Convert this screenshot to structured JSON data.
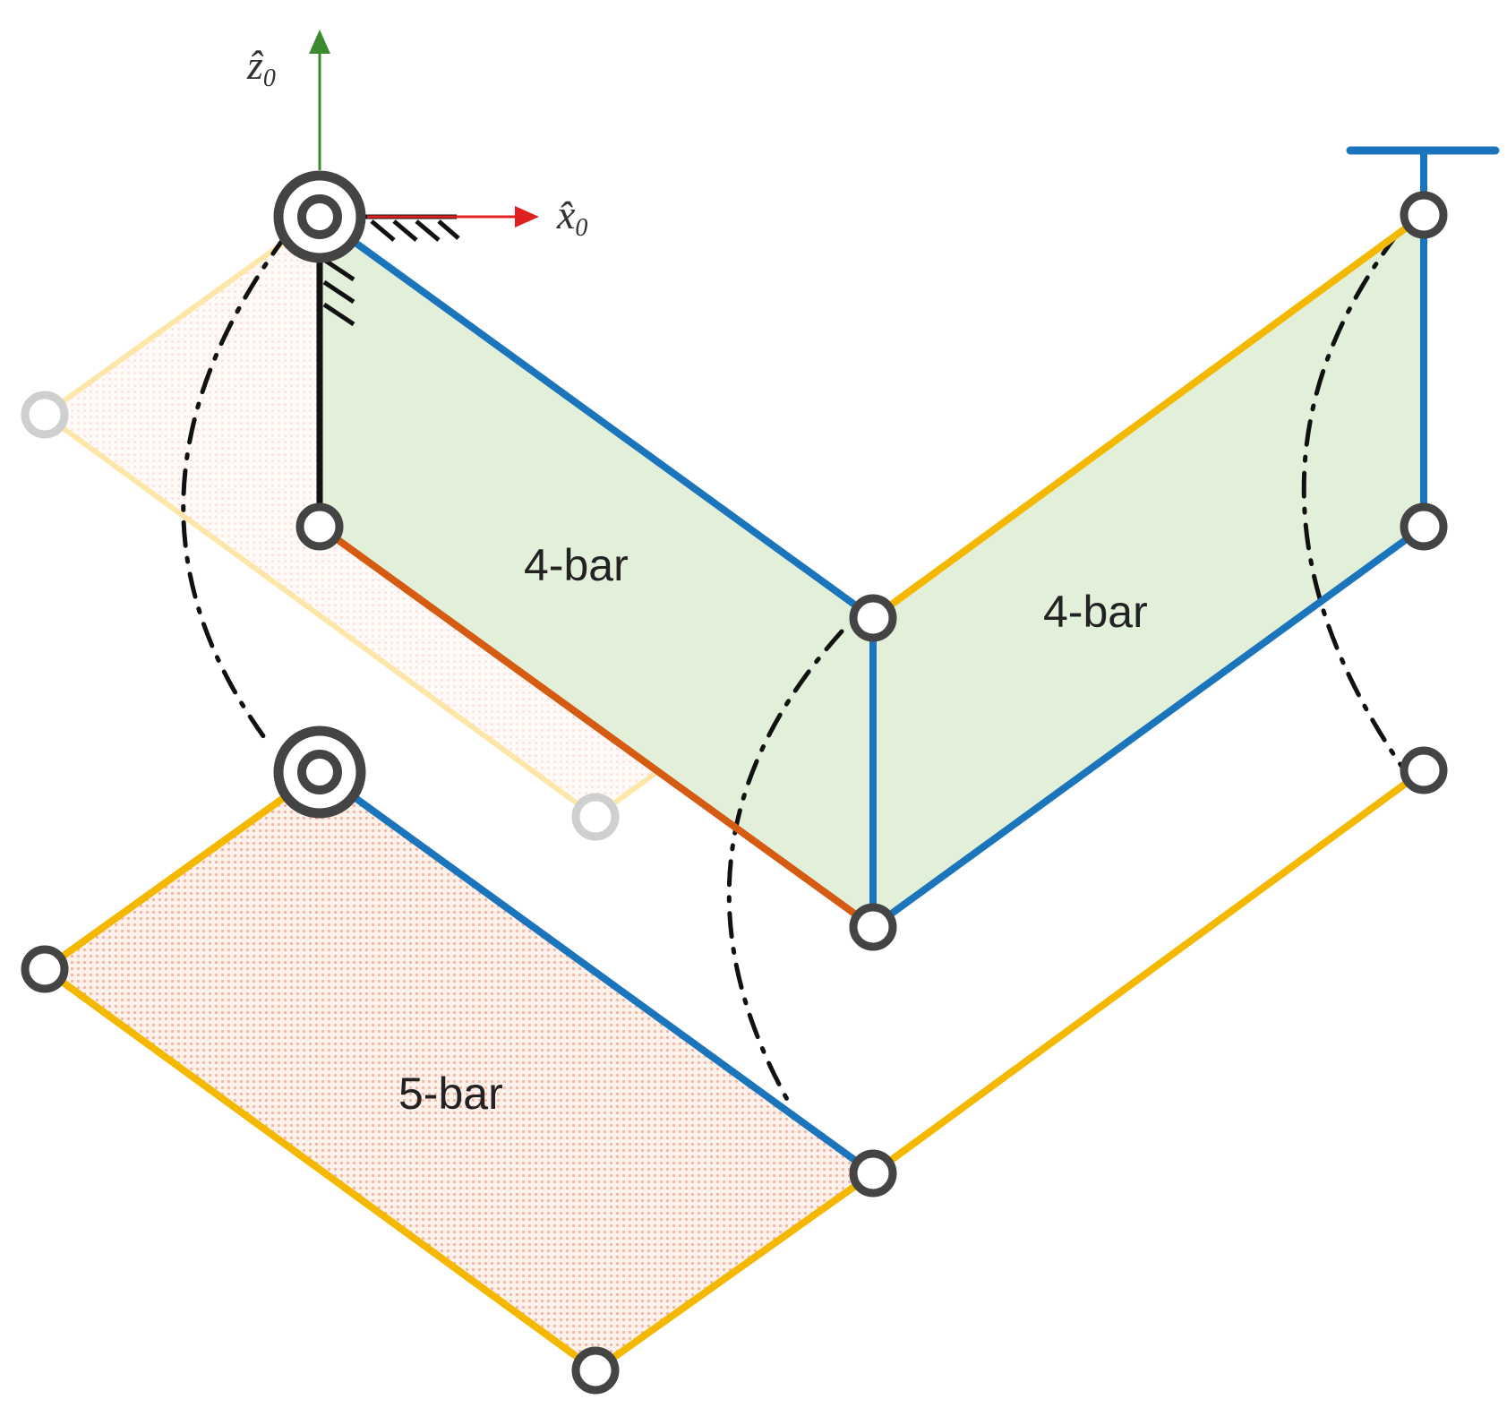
{
  "labels": {
    "upper_left_loop": "4-bar",
    "upper_right_loop": "4-bar",
    "lower_loop": "5-bar"
  },
  "axes": {
    "z": {
      "symbol": "ẑ",
      "subscript": "0"
    },
    "x": {
      "symbol": "x̂",
      "subscript": "0"
    }
  },
  "colors": {
    "blue_link": "#1b75bc",
    "yellow_link": "#f5b800",
    "orange_link": "#d55a12",
    "ground_link": "#111111",
    "faded_link": "#fde7a8",
    "joint": "#444444",
    "faded_joint": "#cfcfcf",
    "green_fill": "#e2f0da",
    "pink_fill": "#fbd9cc",
    "z_axis": "#3c8a2e",
    "x_axis": "#e02020"
  }
}
